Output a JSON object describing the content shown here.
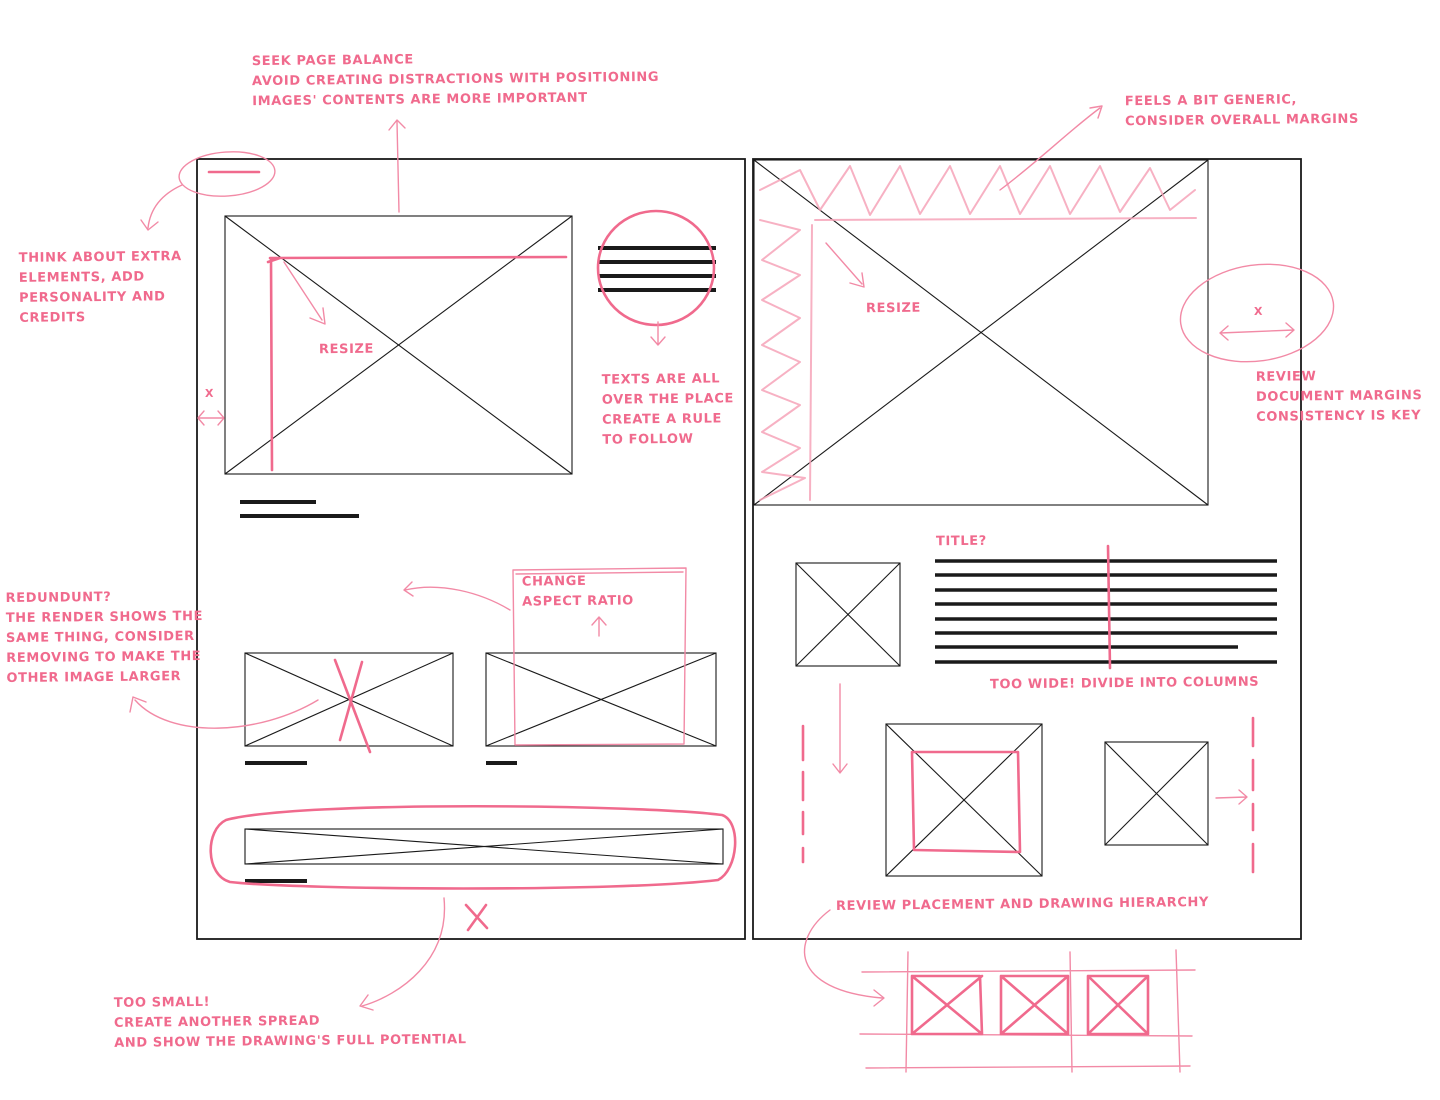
{
  "ink_color": "#f06a8d",
  "line_color": "#1a1a1a",
  "notes": {
    "balance": [
      "SEEK PAGE BALANCE",
      "AVOID CREATING DISTRACTIONS WITH POSITIONING",
      "IMAGES' CONTENTS ARE MORE IMPORTANT"
    ],
    "extra": [
      "THINK ABOUT EXTRA",
      "ELEMENTS, ADD",
      "PERSONALITY AND",
      "CREDITS"
    ],
    "resize_left": "RESIZE",
    "texts": [
      "TEXTS ARE ALL",
      "OVER THE PLACE",
      "CREATE A RULE",
      "TO FOLLOW"
    ],
    "aspect": [
      "CHANGE",
      "ASPECT RATIO"
    ],
    "redundant": [
      "REDUNDUNT?",
      "THE RENDER SHOWS THE",
      "SAME THING, CONSIDER",
      "REMOVING TO MAKE THE",
      "OTHER IMAGE LARGER"
    ],
    "too_small": [
      "TOO SMALL!",
      "CREATE ANOTHER SPREAD",
      "AND SHOW THE DRAWING'S FULL POTENTIAL"
    ],
    "generic": [
      "FEELS A BIT GENERIC,",
      "CONSIDER OVERALL MARGINS"
    ],
    "resize_right": "RESIZE",
    "margins": [
      "REVIEW",
      "DOCUMENT MARGINS",
      "CONSISTENCY IS KEY"
    ],
    "title": "TITLE?",
    "too_wide": "TOO WIDE! DIVIDE INTO COLUMNS",
    "placement": "REVIEW PLACEMENT AND DRAWING HIERARCHY",
    "x_mark_left": "x",
    "x_mark_right": "x"
  }
}
